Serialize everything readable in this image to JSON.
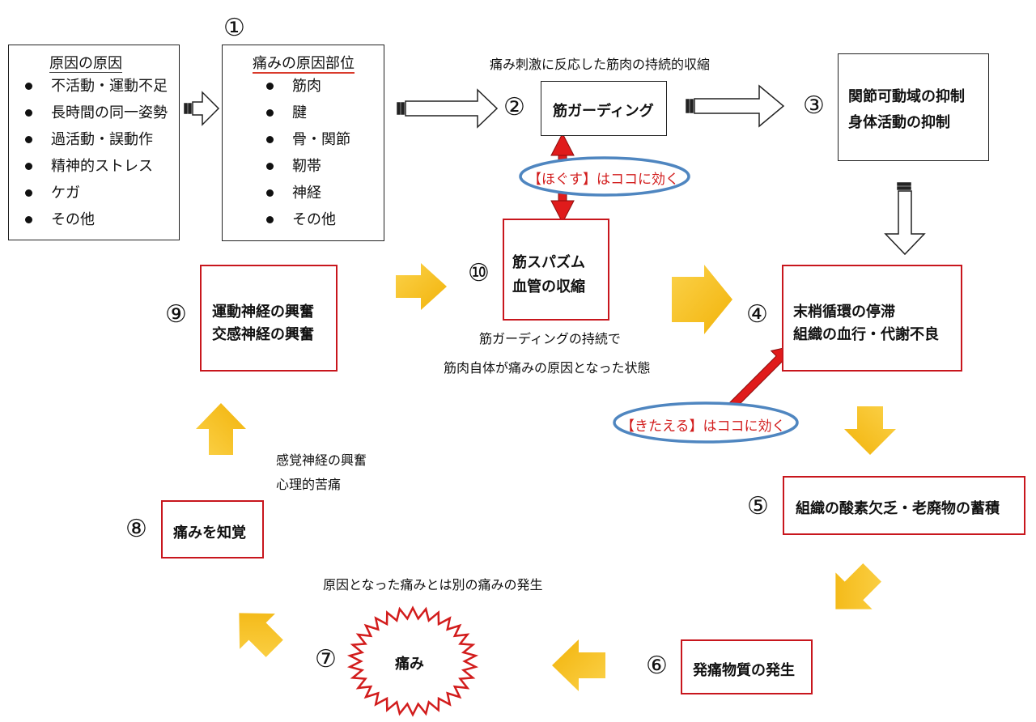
{
  "colors": {
    "box_red": "#c8161d",
    "arrow_yellow": "#f6bd18",
    "oval_blue": "#4f86c0",
    "arrow_red": "#e01b1b"
  },
  "cause_of_cause": {
    "title": "原因の原因",
    "items": [
      "不活動・運動不足",
      "長時間の同一姿勢",
      "過活動・誤動作",
      "精神的ストレス",
      "ケガ",
      "その他"
    ]
  },
  "step1": {
    "number": "①",
    "title": "痛みの原因部位",
    "items": [
      "筋肉",
      "腱",
      "骨・関節",
      "靭帯",
      "神経",
      "その他"
    ]
  },
  "step2": {
    "number": "②",
    "label": "筋ガーディング",
    "caption": "痛み刺激に反応した筋肉の持続的収縮"
  },
  "step3": {
    "number": "③",
    "lines": [
      "関節可動域の抑制",
      "身体活動の抑制"
    ]
  },
  "step4": {
    "number": "④",
    "lines": [
      "末梢循環の停滞",
      "組織の血行・代謝不良"
    ]
  },
  "step5": {
    "number": "⑤",
    "label": "組織の酸素欠乏・老廃物の蓄積"
  },
  "step6": {
    "number": "⑥",
    "label": "発痛物質の発生"
  },
  "step7": {
    "number": "⑦",
    "label": "痛み",
    "caption": "原因となった痛みとは別の痛みの発生"
  },
  "step8": {
    "number": "⑧",
    "label": "痛みを知覚",
    "caption_lines": [
      "感覚神経の興奮",
      "心理的苦痛"
    ]
  },
  "step9": {
    "number": "⑨",
    "lines": [
      "運動神経の興奮",
      "交感神経の興奮"
    ]
  },
  "step10": {
    "number": "⑩",
    "lines": [
      "筋スパズム",
      "血管の収縮"
    ],
    "caption_lines": [
      "筋ガーディングの持続で",
      "筋肉自体が痛みの原因となった状態"
    ]
  },
  "hogusu": {
    "label": "【ほぐす】はココに効く"
  },
  "kitaeru": {
    "label": "【きたえる】はココに効く"
  }
}
